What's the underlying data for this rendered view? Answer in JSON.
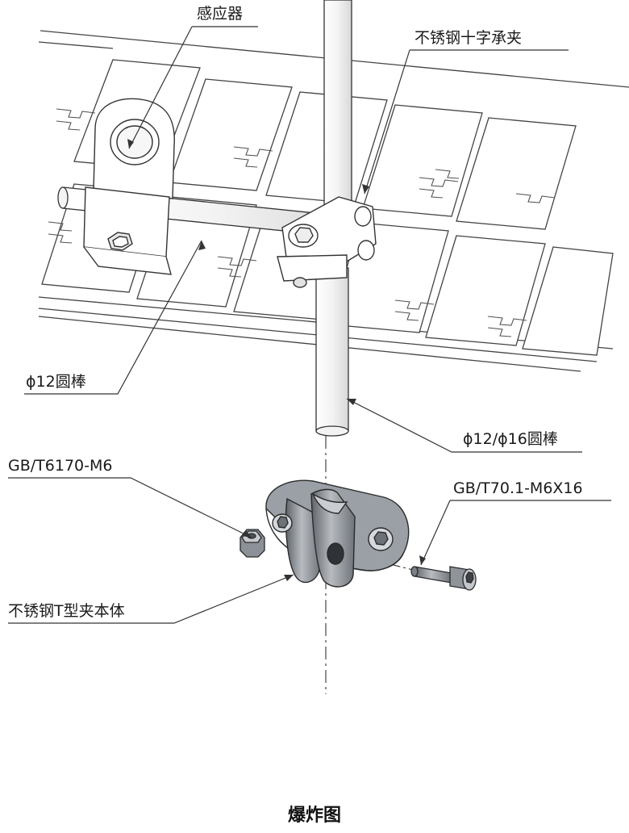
{
  "labels": {
    "sensor": "感应器",
    "cross_clamp": "不锈钢十字承夹",
    "rod_12": "ϕ12圆棒",
    "rod_12_16": "ϕ12/ϕ16圆棒",
    "nut": "GB/T6170-M6",
    "screw": "GB/T70.1-M6X16",
    "t_clamp_body": "不锈钢T型夹本体"
  },
  "caption": "爆炸图",
  "colors": {
    "line": "#333333",
    "metal_dark": "#6f747a",
    "metal_mid": "#a3a8ae",
    "metal_light": "#d5d8dc"
  }
}
